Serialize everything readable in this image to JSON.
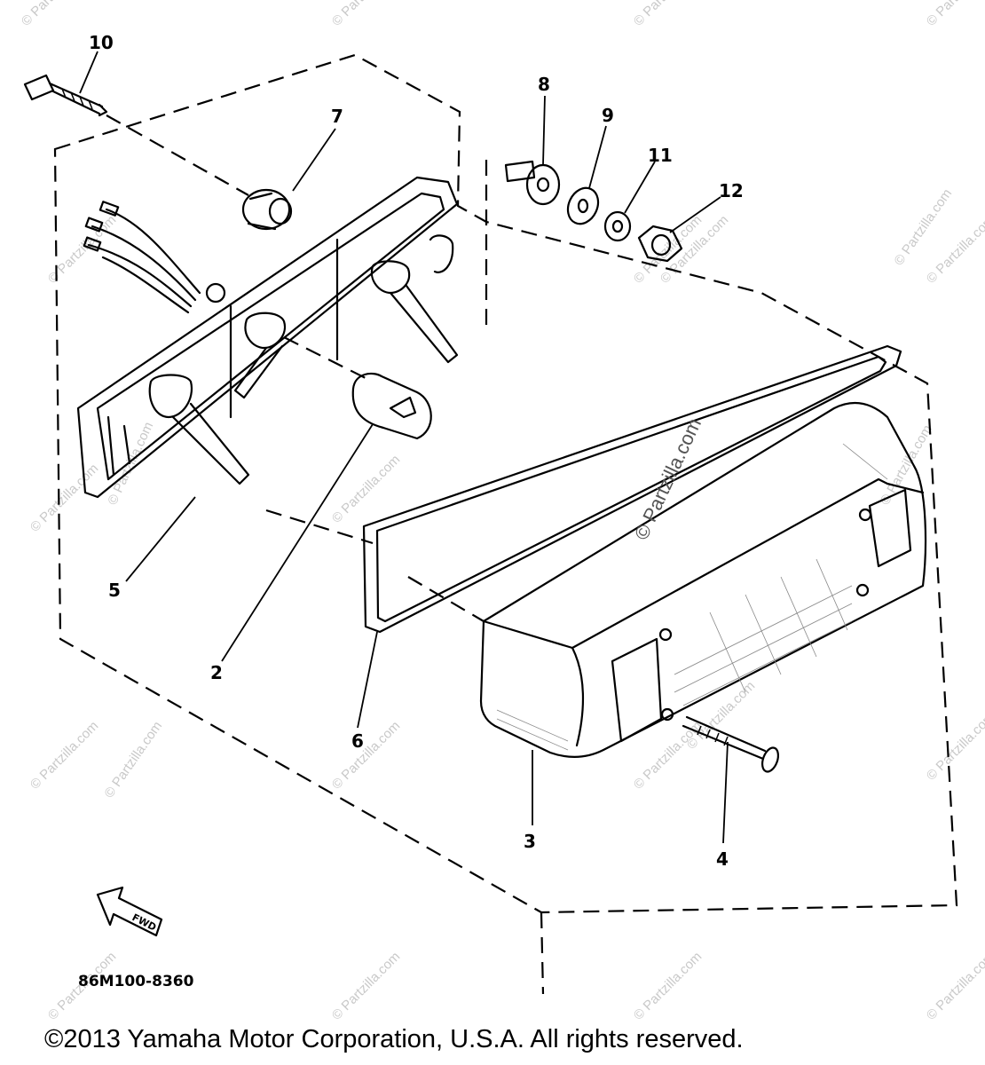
{
  "callouts": [
    {
      "id": "10",
      "text": "10"
    },
    {
      "id": "7",
      "text": "7"
    },
    {
      "id": "8",
      "text": "8"
    },
    {
      "id": "9",
      "text": "9"
    },
    {
      "id": "11",
      "text": "11"
    },
    {
      "id": "12",
      "text": "12"
    },
    {
      "id": "5",
      "text": "5"
    },
    {
      "id": "2",
      "text": "2"
    },
    {
      "id": "6",
      "text": "6"
    },
    {
      "id": "3",
      "text": "3"
    },
    {
      "id": "4",
      "text": "4"
    }
  ],
  "fwd_arrow": {
    "text": "FWD"
  },
  "diagram_code": "86M100-8360",
  "copyright": "©2013  Yamaha Motor Corporation, U.S.A. All rights reserved.",
  "watermarks": {
    "small": "© Partzilla.com",
    "large": "© Partzilla.com"
  }
}
